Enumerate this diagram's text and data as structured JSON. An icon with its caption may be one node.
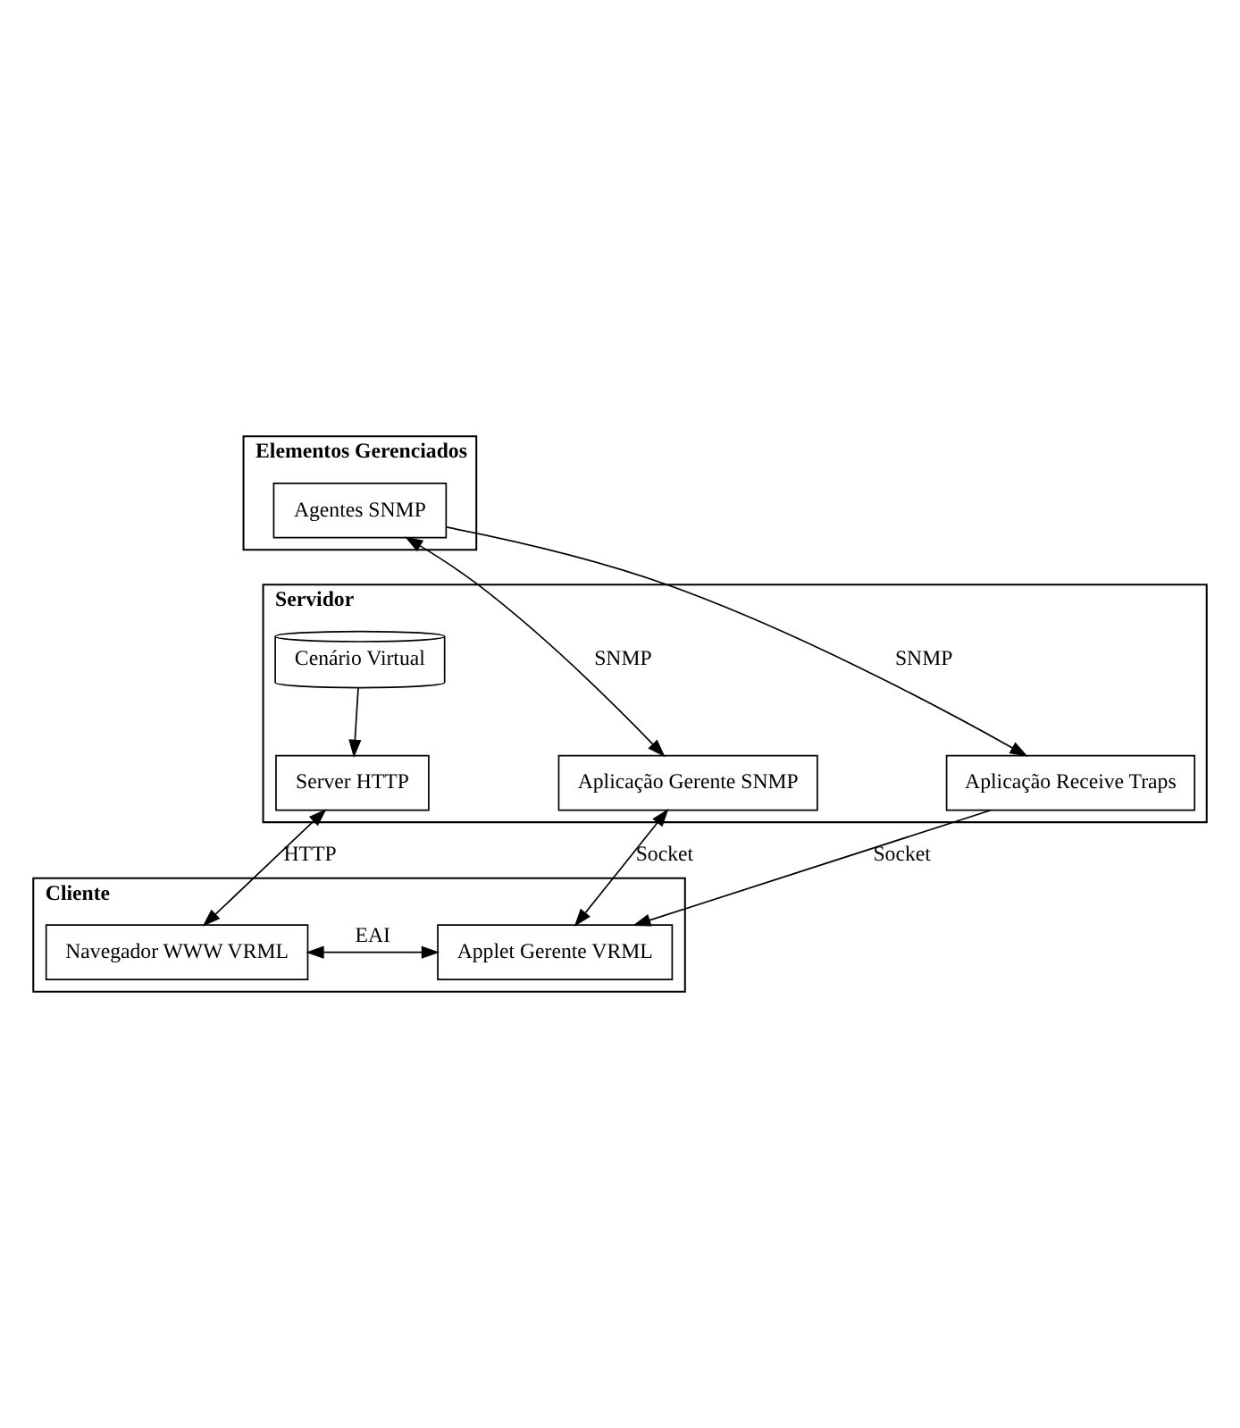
{
  "diagram": {
    "nodes": [
      {
        "text": [
          "Elementos Gerenciados"
        ]
      },
      {
        "text": [
          "Agentes SNMP"
        ],
        "in": 0
      },
      {
        "text": [
          "Servidor"
        ]
      },
      {
        "text": [
          "Cenário Virtual"
        ],
        "in": 2
      },
      {
        "text": [
          "Server HTTP"
        ],
        "in": 2
      },
      {
        "text": [
          "Aplicação Gerente SNMP"
        ],
        "in": 2
      },
      {
        "text": [
          "Aplicação Receive Traps"
        ],
        "in": 2
      },
      {
        "text": [
          "Cliente"
        ]
      },
      {
        "text": [
          "Navegador WWW VRML"
        ],
        "in": 7
      },
      {
        "text": [
          "Applet Gerente VRML"
        ],
        "in": 7
      }
    ],
    "edges": [
      {
        "from": 1,
        "to": 5,
        "arrow": "both",
        "label": "SNMP"
      },
      {
        "from": 1,
        "to": 6,
        "arrow": "to",
        "label": "SNMP"
      },
      {
        "from": 3,
        "to": 4,
        "arrow": "to"
      },
      {
        "from": 4,
        "to": 8,
        "arrow": "both",
        "label": "HTTP"
      },
      {
        "from": 5,
        "to": 9,
        "arrow": "both",
        "label": "Socket"
      },
      {
        "from": 6,
        "to": 9,
        "arrow": "to",
        "label": "Socket"
      },
      {
        "from": 8,
        "to": 9,
        "arrow": "both",
        "label": "EAI"
      }
    ]
  }
}
